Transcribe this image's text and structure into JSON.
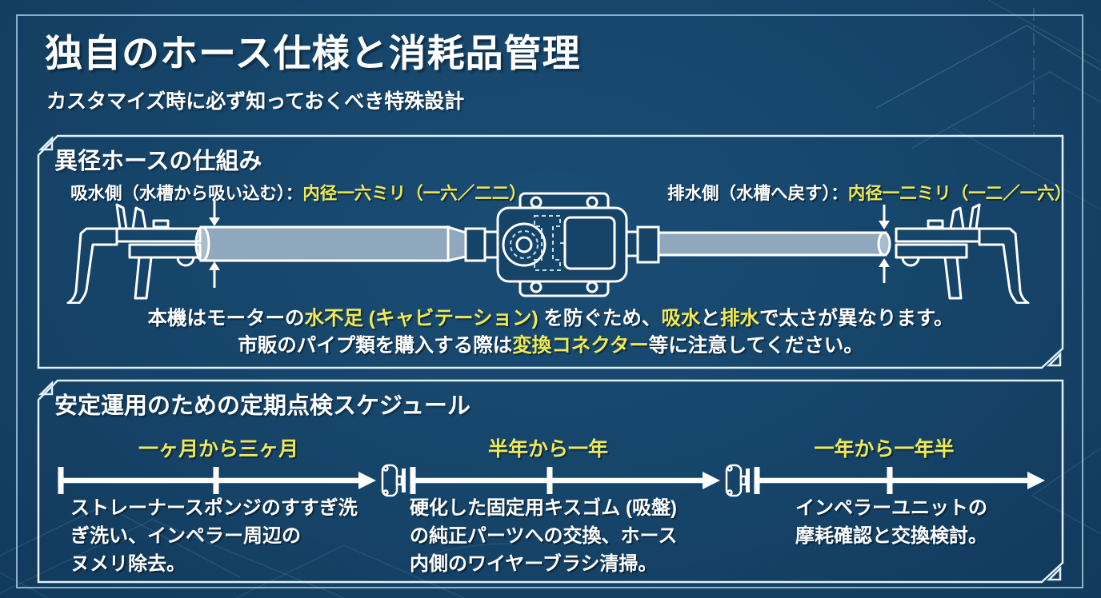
{
  "colors": {
    "background": "#164469",
    "background_edge": "#113a5c",
    "frame_line": "#a9cfe2",
    "panel_border": "#e2f1f9",
    "accent_yellow": "#efe954",
    "text_white": "#ffffff",
    "hose_fill": "#90a8bd",
    "hose_fill_light": "#a9bccb",
    "blueprint_line": "#9fcbe6",
    "diagram_dashed": "#bfe0ef"
  },
  "header": {
    "title": "独自のホース仕様と消耗品管理",
    "subtitle": "カスタマイズ時に必ず知っておくべき特殊設計"
  },
  "hose_panel": {
    "heading": "異径ホースの仕組み",
    "intake_label": "吸水側（水槽から吸い込む）：",
    "intake_value": "内径一六ミリ（一六／二二）",
    "outflow_label": "排水側（水槽へ戻す）：",
    "outflow_value": "内径一二ミリ（一二／一六）",
    "note": {
      "l1_t1": "本機はモーターの",
      "l1_h1": "水不足 (キャビテーション)",
      "l1_t2": " を防ぐため、",
      "l1_h2": "吸水",
      "l1_t3": "と",
      "l1_h3": "排水",
      "l1_t4": "で太さが異なります。",
      "l2_t1": "市販のパイプ類を購入する際は",
      "l2_h1": "変換コネクター",
      "l2_t2": "等に注意してください。"
    }
  },
  "schedule_panel": {
    "heading": "安定運用のための定期点検スケジュール",
    "milestones": [
      {
        "period": "一ヶ月から三ヶ月",
        "lines": [
          "ストレーナースポンジのすすぎ洗",
          "ぎ洗い、インペラー周辺の",
          "ヌメリ除去。"
        ]
      },
      {
        "period": "半年から一年",
        "lines": [
          "硬化した固定用キスゴム (吸盤)",
          "の純正パーツへの交換、ホース",
          "内側のワイヤーブラシ清掃。"
        ]
      },
      {
        "period": "一年から一年半",
        "lines": [
          "インペラーユニットの",
          "摩耗確認と交換検討。"
        ]
      }
    ]
  }
}
